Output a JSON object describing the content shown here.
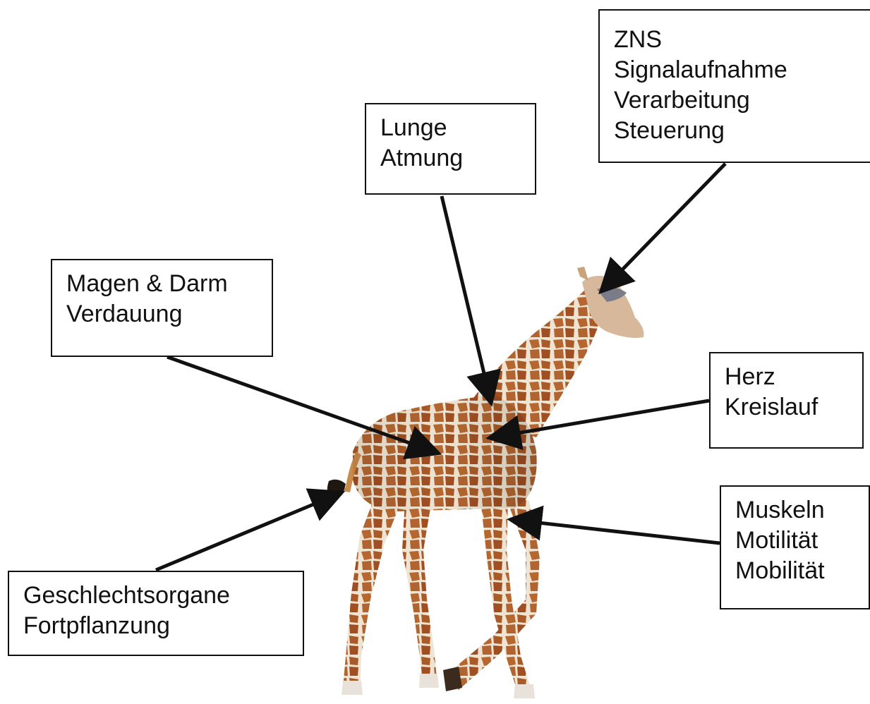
{
  "colors": {
    "line": "#111111",
    "giraffe_base": "#c98a4a",
    "giraffe_patch": "#a85a28",
    "giraffe_light": "#efe4d2",
    "box_border": "#111111"
  },
  "labels": {
    "zns": [
      "ZNS",
      "Signalaufnahme",
      "Verarbeitung",
      "Steuerung"
    ],
    "lunge": [
      "Lunge",
      "Atmung"
    ],
    "magen": [
      "Magen & Darm",
      "Verdauung"
    ],
    "herz": [
      "Herz",
      "Kreislauf"
    ],
    "muskeln": [
      "Muskeln",
      "Motilität",
      "Mobilität"
    ],
    "geschlecht": [
      "Geschlechtsorgane",
      "Fortpflanzung"
    ]
  },
  "image": {
    "subject": "giraffe-photo"
  }
}
